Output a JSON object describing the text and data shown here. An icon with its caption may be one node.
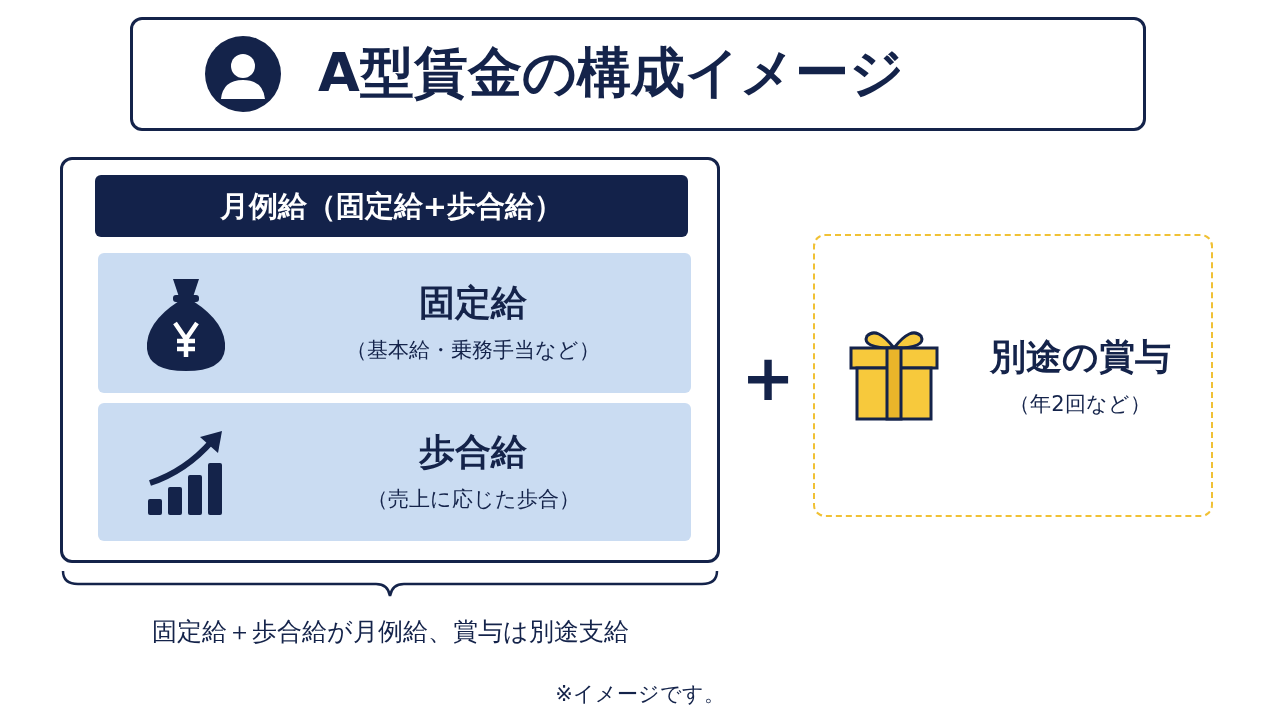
{
  "diagram": {
    "title": "A型賃金の構成イメージ",
    "nodes": [
      {
        "text": [
          "月例給（固定給+歩合給）"
        ]
      },
      {
        "text": [
          "固定給",
          "（基本給・乗務手当など）"
        ],
        "in": 0
      },
      {
        "text": [
          "歩合給",
          "（売上に応じた歩合）"
        ],
        "in": 0
      },
      {
        "text": [
          "別途の賞与",
          "（年2回など）"
        ]
      }
    ],
    "labels": [
      "+",
      "固定給＋歩合給が月例給、賞与は別途支給",
      "※イメージです。"
    ]
  }
}
